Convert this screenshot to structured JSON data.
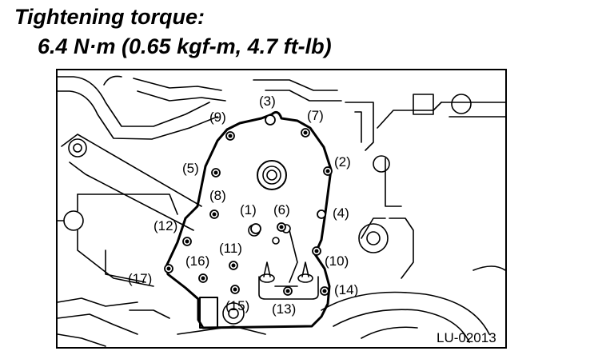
{
  "title": "Tightening torque:",
  "torque_spec": "6.4 N·m (0.65 kgf-m, 4.7 ft-lb)",
  "figure_ref": "LU-02013",
  "bolts": [
    {
      "id": "b1",
      "label": "(1)"
    },
    {
      "id": "b2",
      "label": "(2)"
    },
    {
      "id": "b3",
      "label": "(3)"
    },
    {
      "id": "b4",
      "label": "(4)"
    },
    {
      "id": "b5",
      "label": "(5)"
    },
    {
      "id": "b6",
      "label": "(6)"
    },
    {
      "id": "b7",
      "label": "(7)"
    },
    {
      "id": "b8",
      "label": "(8)"
    },
    {
      "id": "b9",
      "label": "(9)"
    },
    {
      "id": "b10",
      "label": "(10)"
    },
    {
      "id": "b11",
      "label": "(11)"
    },
    {
      "id": "b12",
      "label": "(12)"
    },
    {
      "id": "b13",
      "label": "(13)"
    },
    {
      "id": "b14",
      "label": "(14)"
    },
    {
      "id": "b15",
      "label": "(15)"
    },
    {
      "id": "b16",
      "label": "(16)"
    },
    {
      "id": "b17",
      "label": "(17)"
    }
  ]
}
